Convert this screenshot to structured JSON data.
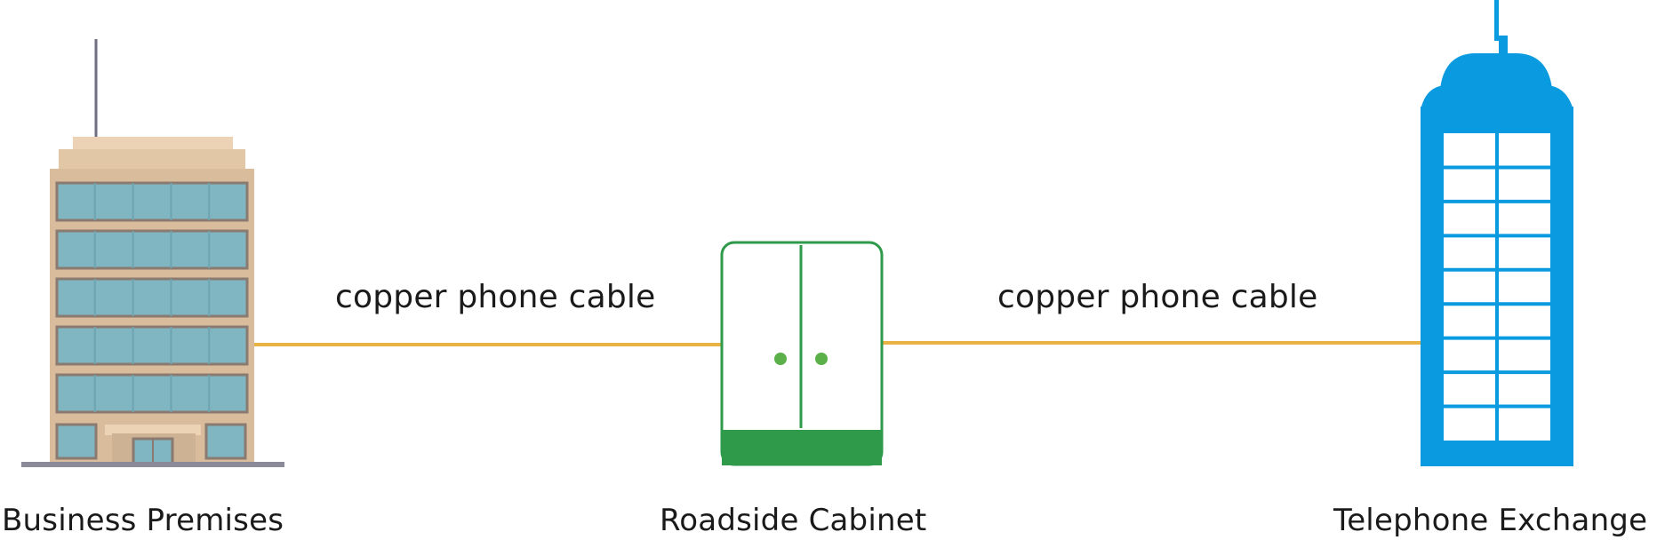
{
  "diagram": {
    "cables": [
      {
        "label": "copper phone cable"
      },
      {
        "label": "copper phone cable"
      }
    ],
    "nodes": [
      {
        "label": "Business Premises",
        "icon": "office-building-icon"
      },
      {
        "label": "Roadside Cabinet",
        "icon": "roadside-cabinet-icon"
      },
      {
        "label": "Telephone Exchange",
        "icon": "telephone-exchange-icon"
      }
    ],
    "colors": {
      "cable": "#e8b244",
      "building_body": "#dcc0a0",
      "building_window": "#7ab3c0",
      "cabinet_green": "#2e9a4a",
      "exchange_blue": "#0a9ae0"
    }
  }
}
